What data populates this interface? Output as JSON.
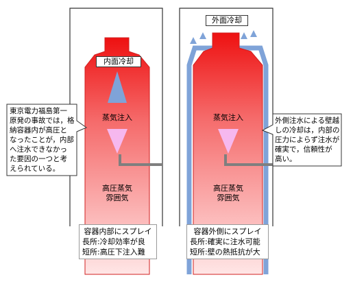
{
  "left": {
    "inner_cooling_label": "内面冷却",
    "steam_injection_label": "蒸気注入",
    "atmosphere_line1": "高圧蒸気",
    "atmosphere_line2": "雰囲気",
    "panel_title": "容器内部にスプレイ",
    "panel_pro": "長所:冷却効率が良",
    "panel_con": "短所:高圧下注入難"
  },
  "right": {
    "outer_cooling_label": "外面冷却",
    "steam_injection_label": "蒸気注入",
    "atmosphere_line1": "高圧蒸気",
    "atmosphere_line2": "雰囲気",
    "panel_title": "容器外側にスプレイ",
    "panel_pro": "長所:確実に注水可能",
    "panel_con": "短所:壁の熱抵抗が大"
  },
  "callout_left": {
    "lines": [
      "東京電力福島第一",
      "原発の事故では，格",
      "納容器内が高圧と",
      "なったことが，内部",
      "へ注水できなかっ",
      "た要因の一つと考",
      "えられている。"
    ]
  },
  "callout_right": {
    "lines": [
      "外側注水による壁越",
      "しの冷却は，内部の",
      "圧力によらず注水が",
      "確実で，信頼性が",
      "高い。"
    ]
  },
  "colors": {
    "vessel_red": "#ee1111",
    "vessel_fade": "#ffdede",
    "cooling_blue": "#7fa3d8",
    "steam_pink": "#f6b8ef",
    "pipe_gray": "#7f7f7f"
  }
}
